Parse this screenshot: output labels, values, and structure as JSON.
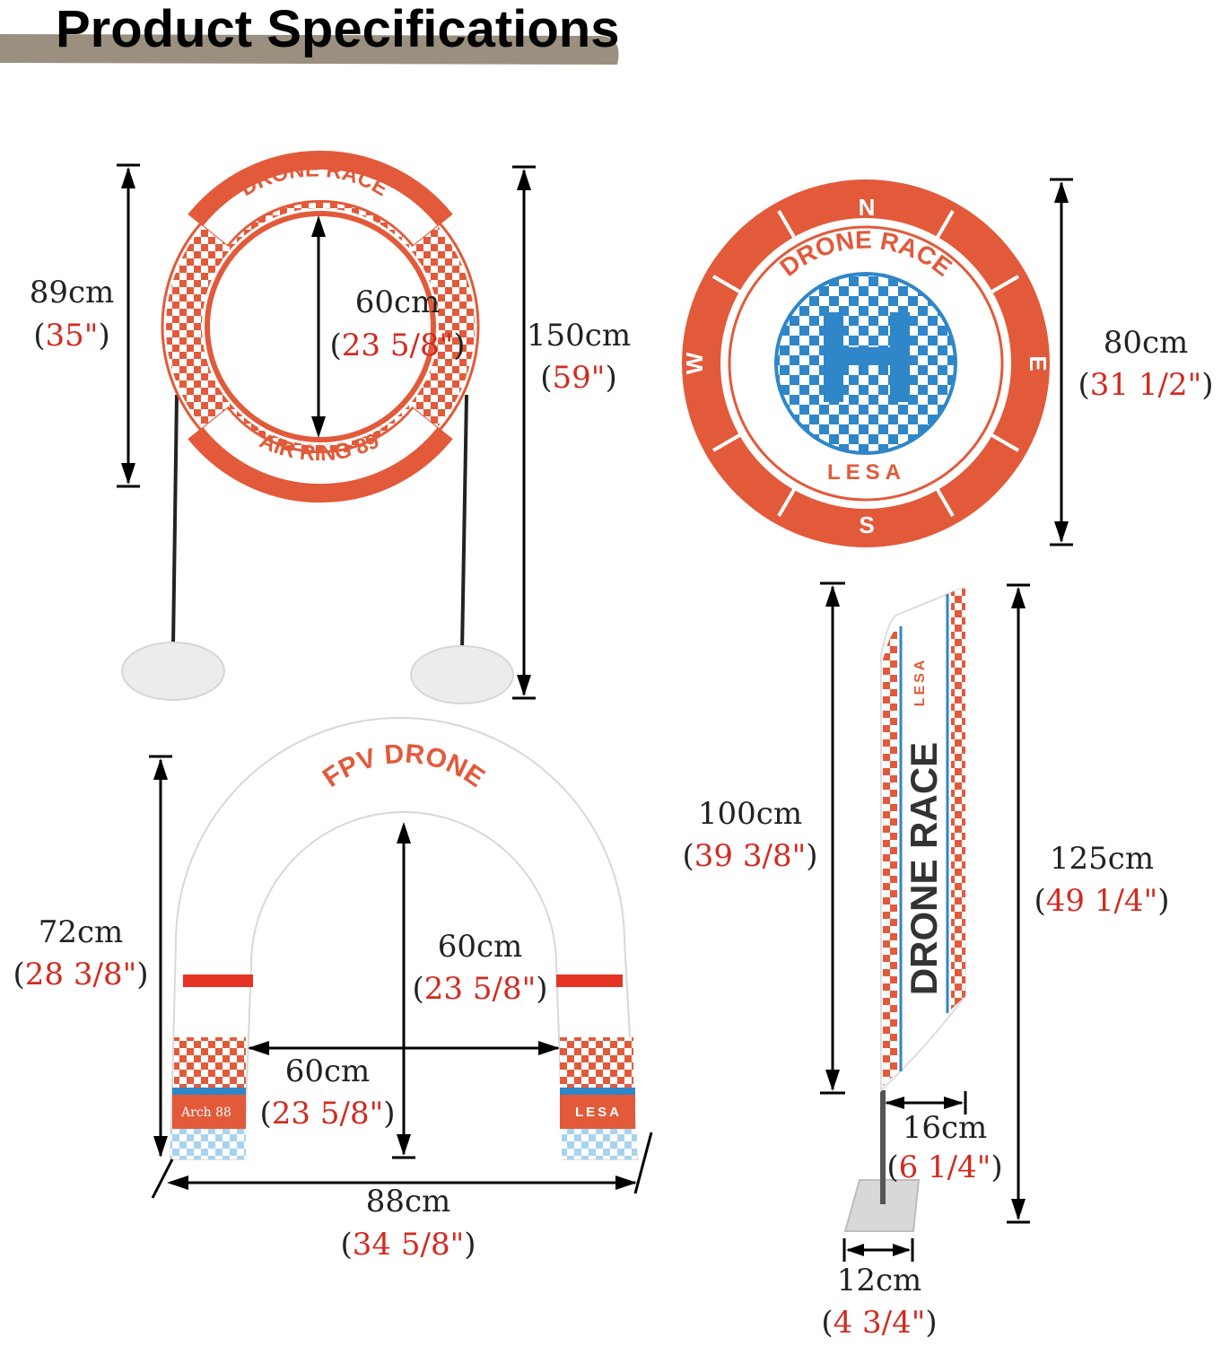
{
  "title": "Product Specifications",
  "colors": {
    "orange": "#e25a3a",
    "blue": "#2f86c8",
    "red_value": "#d42a1f",
    "banner": "#9b8f80"
  },
  "air_ring": {
    "top_text": "DRONE RACE",
    "bottom_text": "AIR RING 89",
    "dim_ring_height": {
      "metric": "89cm",
      "inch": "35\""
    },
    "dim_inner": {
      "metric": "60cm",
      "inch": "23 5/8\""
    },
    "dim_total_height": {
      "metric": "150cm",
      "inch": "59\""
    }
  },
  "landing_pad": {
    "compass_n": "N",
    "compass_e": "E",
    "compass_s": "S",
    "compass_w": "W",
    "arc_text": "DRONE RACE",
    "center_letter": "H",
    "brand": "LESA",
    "dim_diameter": {
      "metric": "80cm",
      "inch": "31 1/2\""
    }
  },
  "arch": {
    "arc_text": "FPV DRONE",
    "left_tag": "Arch 88",
    "right_tag": "LESA",
    "dim_side": {
      "metric": "72cm",
      "inch": "28 3/8\""
    },
    "dim_inner_height": {
      "metric": "60cm",
      "inch": "23 5/8\""
    },
    "dim_inner_width": {
      "metric": "60cm",
      "inch": "23 5/8\""
    },
    "dim_width": {
      "metric": "88cm",
      "inch": "34 5/8\""
    }
  },
  "flag": {
    "text": "DRONE RACE",
    "brand": "LESA",
    "dim_flag_height": {
      "metric": "100cm",
      "inch": "39 3/8\""
    },
    "dim_total_height": {
      "metric": "125cm",
      "inch": "49 1/4\""
    },
    "dim_flag_width": {
      "metric": "16cm",
      "inch": "6 1/4\""
    },
    "dim_base_width": {
      "metric": "12cm",
      "inch": "4 3/4\""
    }
  }
}
